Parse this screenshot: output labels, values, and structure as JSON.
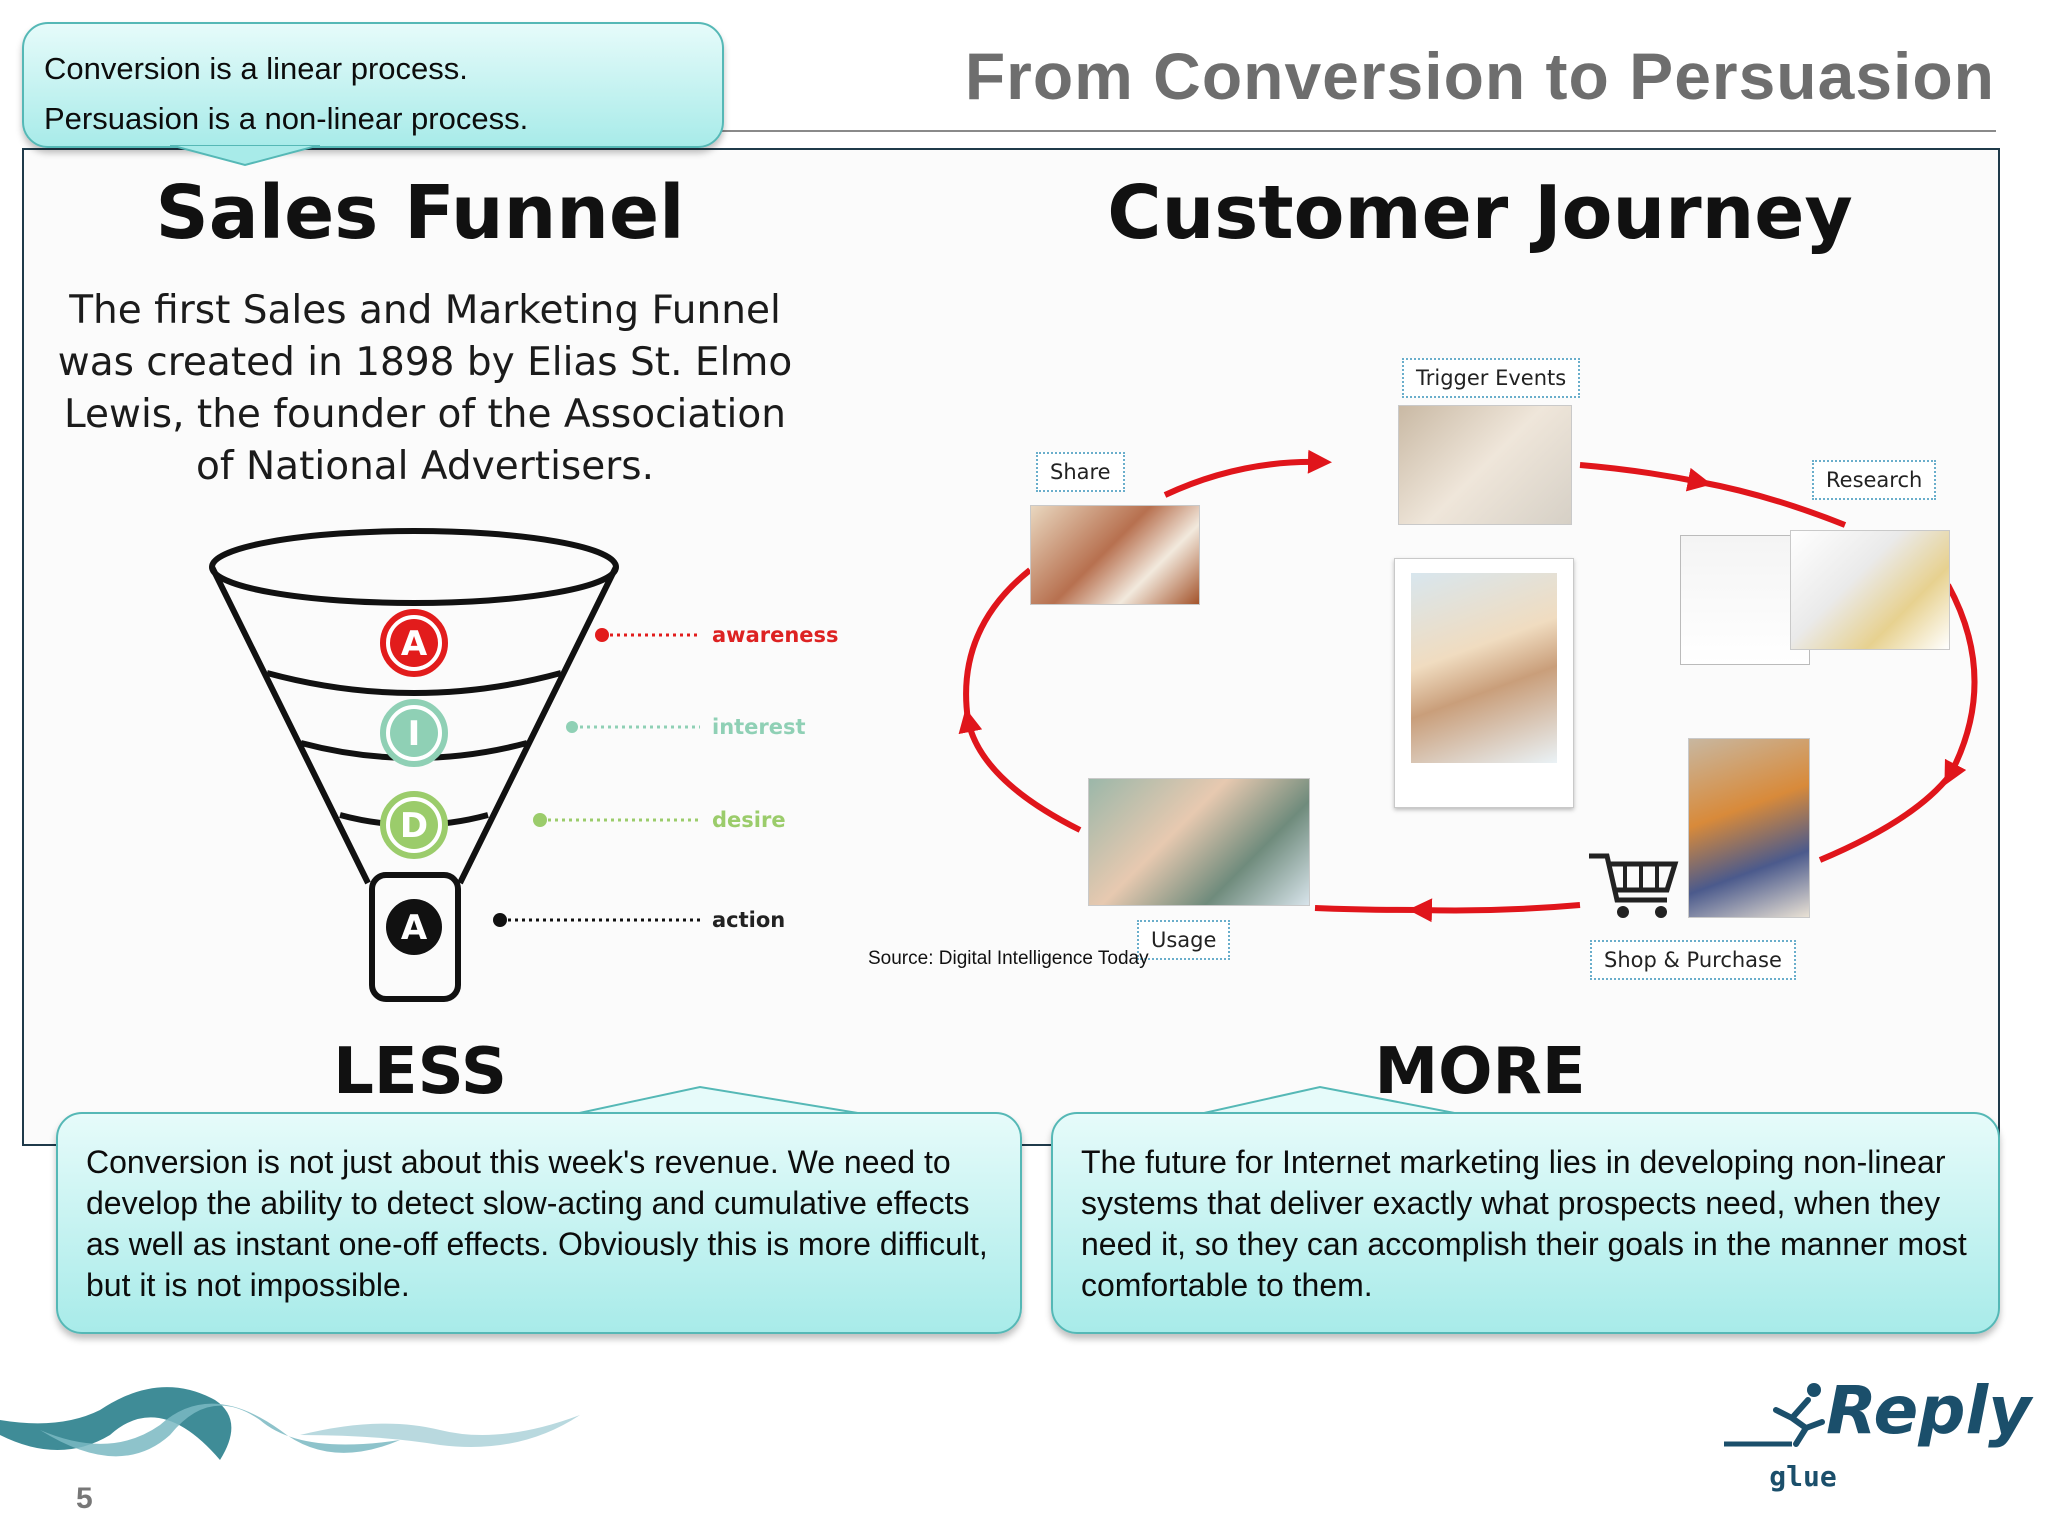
{
  "slide": {
    "title": "From Conversion to Persuasion",
    "page_number": "5"
  },
  "callouts": {
    "top": [
      "Conversion is a linear process.",
      "Persuasion is a non-linear process."
    ],
    "left": "Conversion is not just about this week's revenue. We need to develop the ability to detect slow-acting and cumulative effects as well as instant one-off effects. Obviously this is more difficult, but it is not impossible.",
    "right": "The future for Internet marketing lies in developing non-linear systems that deliver exactly what prospects need, when they need it, so they can accomplish their goals in the manner most comfortable to them."
  },
  "sales_funnel": {
    "heading": "Sales Funnel",
    "intro": "The first Sales and Marketing Funnel was created in 1898 by Elias St. Elmo Lewis, the founder of the Association of National Advertisers.",
    "stages": [
      {
        "letter": "A",
        "label": "awareness",
        "color": "#e21c1c"
      },
      {
        "letter": "I",
        "label": "interest",
        "color": "#8fd0b5"
      },
      {
        "letter": "D",
        "label": "desire",
        "color": "#9bcc6b"
      },
      {
        "letter": "A",
        "label": "action",
        "color": "#111111"
      }
    ],
    "footer": "LESS"
  },
  "customer_journey": {
    "heading": "Customer Journey",
    "labels": {
      "trigger": "Trigger Events",
      "research": "Research",
      "shop": "Shop & Purchase",
      "usage": "Usage",
      "share": "Share"
    },
    "footer": "MORE",
    "arrow_color": "#e0151b"
  },
  "source": "Source: Digital Intelligence Today",
  "logo": {
    "name": "Reply",
    "sub": "glue"
  },
  "colors": {
    "callout_border": "#55b8b6",
    "callout_fill": "#c4f3f2",
    "brand": "#1b4f6b"
  }
}
